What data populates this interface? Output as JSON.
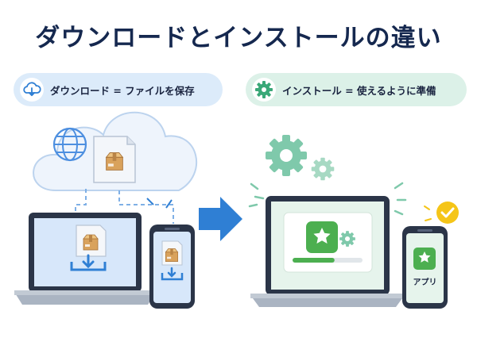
{
  "title": "ダウンロードとインストールの違い",
  "download_pill": {
    "label": "ダウンロード = ファイルを保存",
    "icon": "cloud-download-icon"
  },
  "install_pill": {
    "label": "インストール = 使えるように準備",
    "icon": "gear-icon"
  },
  "install_scene": {
    "phone_app_label": "アプリ",
    "progress": 0.6
  },
  "colors": {
    "title": "#15284f",
    "download_accent": "#2f7fd4",
    "install_accent": "#4caf50",
    "gear": "#7fc9ab",
    "check": "#f5c518"
  }
}
